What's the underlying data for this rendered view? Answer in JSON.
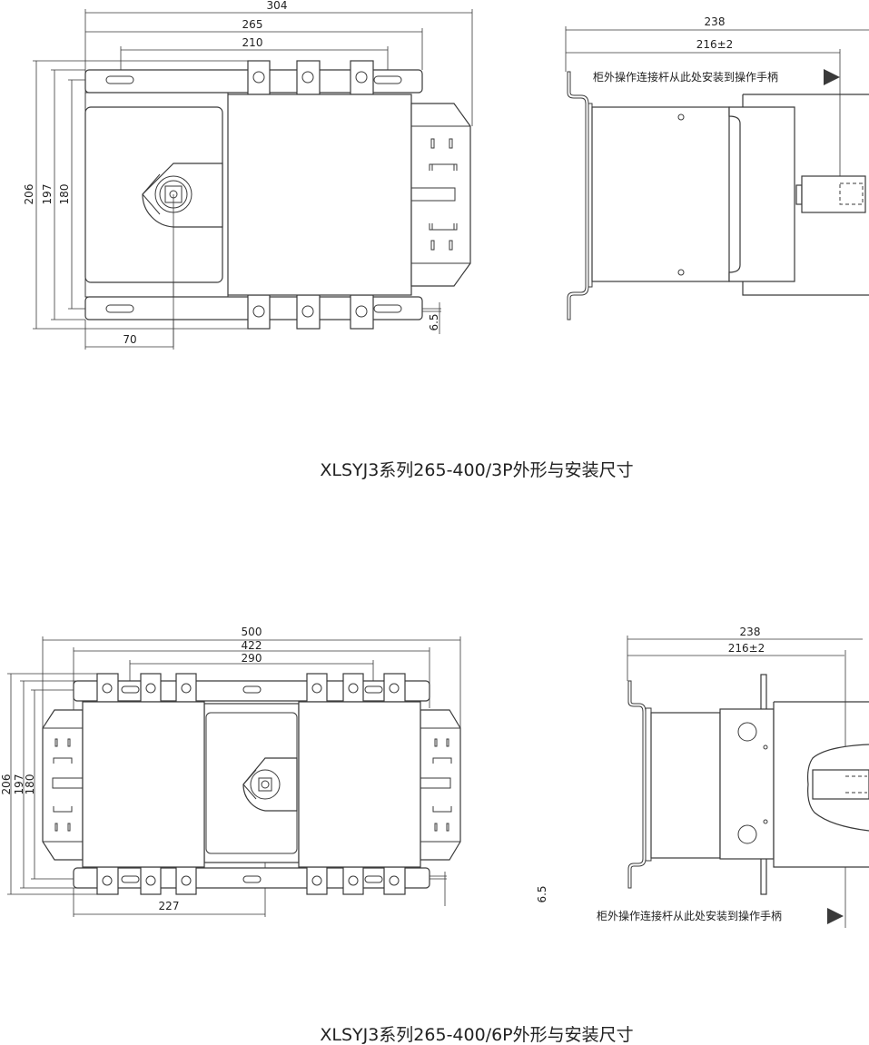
{
  "drawing_3p": {
    "title": "XLSYJ3系列265-400/3P外形与安装尺寸",
    "front_view": {
      "dim_overall_width": "304",
      "dim_plate_width": "265",
      "dim_mount_spacing": "210",
      "dim_overall_height": "206",
      "dim_plate_height": "197",
      "dim_mount_height": "180",
      "dim_handle_offset": "70",
      "dim_slot": "6.5"
    },
    "side_view": {
      "dim_depth": "238",
      "dim_handle_depth": "216±2",
      "note": "柜外操作连接杆从此处安装到操作手柄"
    }
  },
  "drawing_6p": {
    "title": "XLSYJ3系列265-400/6P外形与安装尺寸",
    "front_view": {
      "dim_overall_width": "500",
      "dim_plate_width": "422",
      "dim_mount_spacing": "290",
      "dim_overall_height": "206",
      "dim_plate_height": "197",
      "dim_mount_height": "180",
      "dim_handle_offset": "227",
      "dim_slot": "6.5"
    },
    "side_view": {
      "dim_depth": "238",
      "dim_handle_depth": "216±2",
      "note": "柜外操作连接杆从此处安装到操作手柄"
    }
  }
}
